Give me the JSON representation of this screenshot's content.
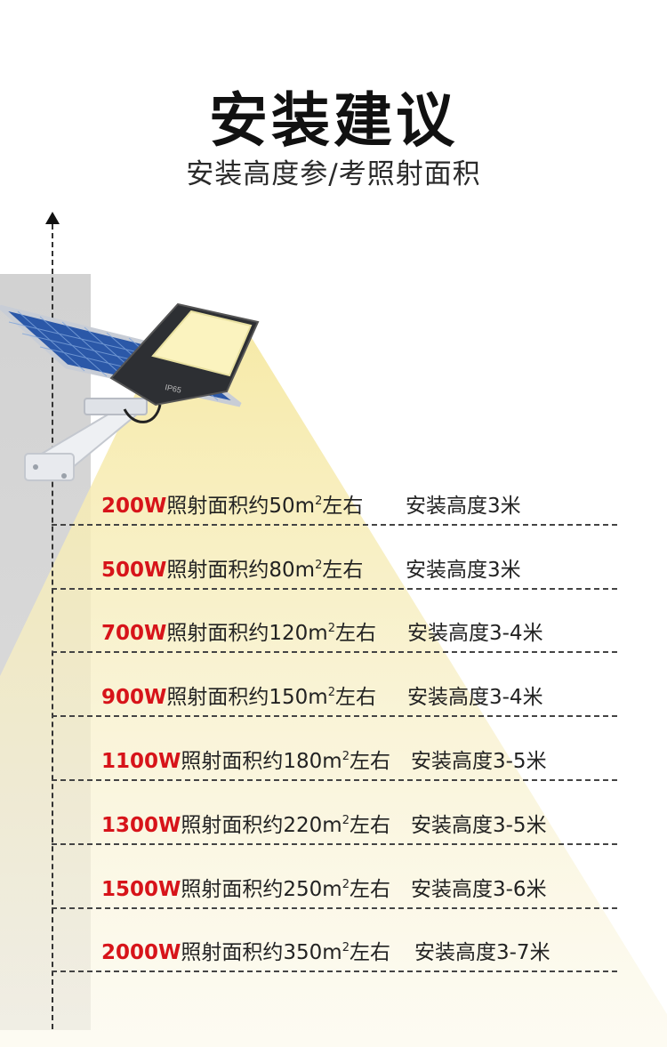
{
  "header": {
    "title": "安装建议",
    "subtitle": "安装高度参/考照射面积"
  },
  "illustration": {
    "icons": [
      "solar-panel-icon",
      "street-lamp-icon",
      "mounting-bracket-icon"
    ],
    "lamp_label": "IP65",
    "beam_color": "#f3e6a6",
    "accent_color": "#d7141a"
  },
  "rows": [
    {
      "watt": "200W",
      "area_text": "照射面积约50m",
      "sup": "2",
      "area_suffix": "左右",
      "height": "安装高度3米"
    },
    {
      "watt": "500W",
      "area_text": "照射面积约80m",
      "sup": "2",
      "area_suffix": "左右",
      "height": "安装高度3米"
    },
    {
      "watt": "700W",
      "area_text": "照射面积约120m",
      "sup": "2",
      "area_suffix": "左右",
      "height": "安装高度3-4米"
    },
    {
      "watt": "900W",
      "area_text": "照射面积约150m",
      "sup": "2",
      "area_suffix": "左右",
      "height": "安装高度3-4米"
    },
    {
      "watt": "1100W",
      "area_text": "照射面积约180m",
      "sup": "2",
      "area_suffix": "左右",
      "height": "安装高度3-5米"
    },
    {
      "watt": "1300W",
      "area_text": "照射面积约220m",
      "sup": "2",
      "area_suffix": "左右",
      "height": "安装高度3-5米"
    },
    {
      "watt": "1500W",
      "area_text": "照射面积约250m",
      "sup": "2",
      "area_suffix": "左右",
      "height": "安装高度3-6米"
    },
    {
      "watt": "2000W",
      "area_text": "照射面积约350m",
      "sup": "2",
      "area_suffix": "左右",
      "height": "安装高度3-7米"
    }
  ]
}
